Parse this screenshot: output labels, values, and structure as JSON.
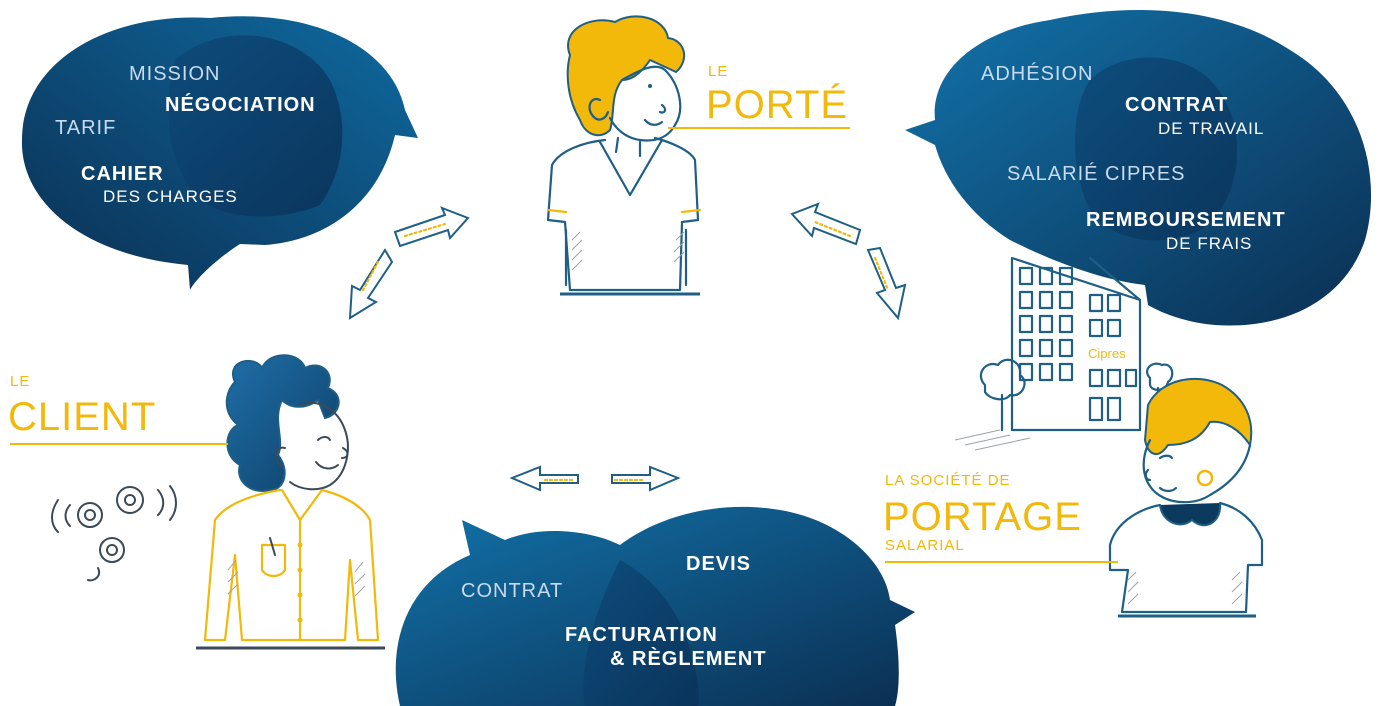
{
  "bubbles": {
    "top_left": {
      "mission": "MISSION",
      "negociation": "NÉGOCIATION",
      "tarif": "TARIF",
      "cahier": "CAHIER",
      "des_charges": "DES CHARGES"
    },
    "top_right": {
      "adhesion": "ADHÉSION",
      "contrat": "CONTRAT",
      "de_travail": "DE TRAVAIL",
      "salarie": "SALARIÉ CIPRES",
      "remboursement": "REMBOURSEMENT",
      "de_frais": "DE FRAIS"
    },
    "bottom": {
      "contrat": "CONTRAT",
      "devis": "DEVIS",
      "facturation": "FACTURATION",
      "reglement": "& RÈGLEMENT"
    }
  },
  "actors": {
    "porte": {
      "small": "LE",
      "big": "PORTÉ"
    },
    "client": {
      "small": "LE",
      "big": "CLIENT"
    },
    "societe": {
      "small": "LA SOCIÉTÉ DE",
      "big": "PORTAGE",
      "sub": "SALARIAL"
    }
  },
  "building_sign": "Cipres",
  "colors": {
    "bubble_dark": "#0e3a62",
    "bubble_light": "#0f6aa0",
    "accent_yellow": "#f2b80a",
    "ink_blue": "#1f5f86"
  }
}
